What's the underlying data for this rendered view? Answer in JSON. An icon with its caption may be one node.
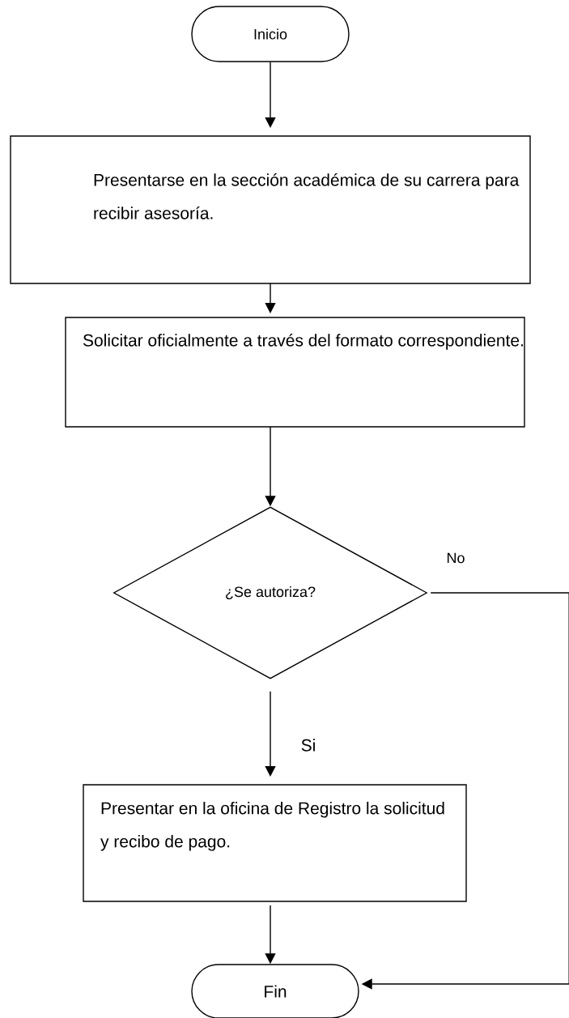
{
  "diagram": {
    "nodes": [
      {
        "text": [
          "Inicio"
        ]
      },
      {
        "text": [
          "Presentarse en la sección académica de su carrera para recibir asesoría."
        ]
      },
      {
        "text": [
          "Solicitar oficialmente  a través del formato correspondiente."
        ]
      },
      {
        "text": [
          "¿Se autoriza?"
        ]
      },
      {
        "text": [
          "Presentar en la oficina de Registro la solicitud y recibo de pago."
        ]
      },
      {
        "text": [
          "Fin"
        ]
      }
    ],
    "edges": [
      {
        "from": 0,
        "to": 1,
        "arrow": "to"
      },
      {
        "from": 1,
        "to": 2,
        "arrow": "to"
      },
      {
        "from": 2,
        "to": 3,
        "arrow": "to"
      },
      {
        "from": 3,
        "to": 4,
        "arrow": "to",
        "label": "Si"
      },
      {
        "from": 3,
        "to": 5,
        "arrow": "to",
        "label": "No"
      },
      {
        "from": 4,
        "to": 5,
        "arrow": "to"
      }
    ]
  }
}
